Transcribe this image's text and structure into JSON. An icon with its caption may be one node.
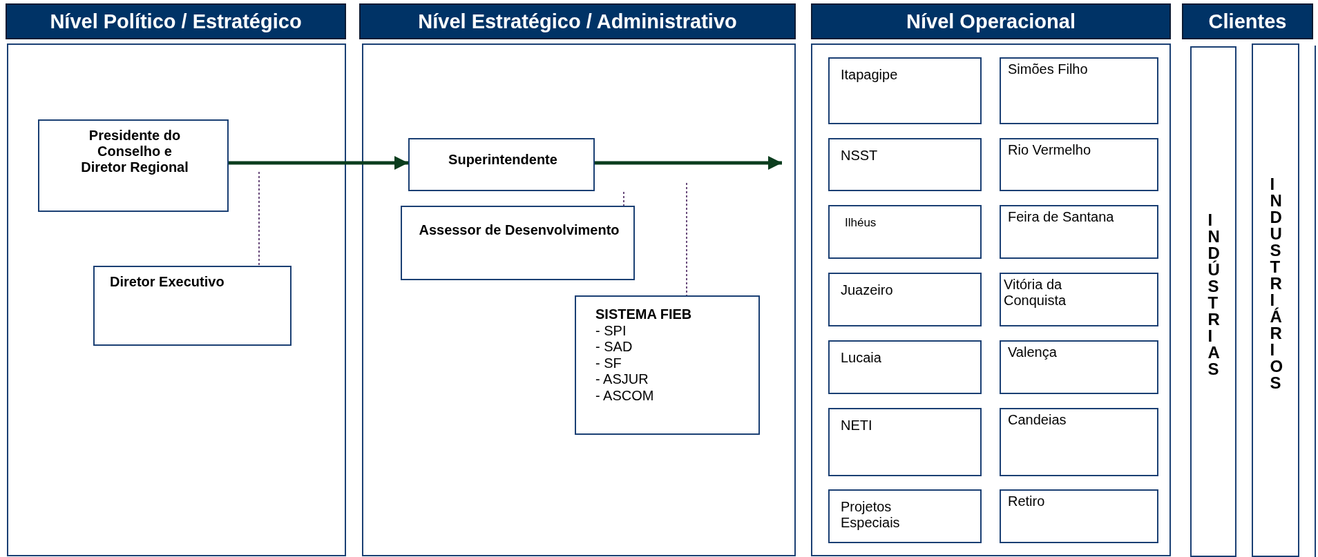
{
  "diagram": {
    "nodes": [
      {
        "text": [
          "Nível Político / Estratégico"
        ]
      },
      {
        "text": [],
        "shape": "box"
      },
      {
        "text": [
          "Presidente do Conselho e Diretor Regional"
        ],
        "in": 1
      },
      {
        "text": [
          "Diretor Executivo"
        ],
        "in": 1
      },
      {
        "text": [
          "Nível Estratégico / Administrativo"
        ]
      },
      {
        "text": [],
        "shape": "box"
      },
      {
        "text": [
          "Superintendente"
        ],
        "in": 5
      },
      {
        "text": [
          "Assessor de Desenvolvimento"
        ],
        "in": 5
      },
      {
        "text": [
          "SISTEMA FIEB",
          "- SPI",
          "- SAD",
          "- SF",
          "- ASJUR",
          "- ASCOM"
        ],
        "in": 5
      },
      {
        "text": [
          "Nível Operacional"
        ]
      },
      {
        "text": [],
        "shape": "box"
      },
      {
        "text": [
          "Itapagipe"
        ],
        "in": 10
      },
      {
        "text": [
          "Simões Filho"
        ],
        "in": 10
      },
      {
        "text": [
          "NSST"
        ],
        "in": 10
      },
      {
        "text": [
          "Rio Vermelho"
        ],
        "in": 10
      },
      {
        "text": [
          "Ilhéus"
        ],
        "in": 10
      },
      {
        "text": [
          "Feira de Santana"
        ],
        "in": 10
      },
      {
        "text": [
          "Juazeiro"
        ],
        "in": 10
      },
      {
        "text": [
          "Vitória da Conquista"
        ],
        "in": 10
      },
      {
        "text": [
          "Lucaia"
        ],
        "in": 10
      },
      {
        "text": [
          "Valença"
        ],
        "in": 10
      },
      {
        "text": [
          "NETI"
        ],
        "in": 10
      },
      {
        "text": [
          "Candeias"
        ],
        "in": 10
      },
      {
        "text": [
          "Projetos Especiais"
        ],
        "in": 10
      },
      {
        "text": [
          "Retiro"
        ],
        "in": 10
      },
      {
        "text": [
          "Clientes"
        ]
      },
      {
        "text": [
          "INDÚSTRIAS"
        ]
      },
      {
        "text": [
          "INDUSTRIÁRIOS"
        ]
      }
    ],
    "edges": [
      {
        "from": 2,
        "to": 6,
        "arrow": "to",
        "style": "thick",
        "color": "#0b3d1e"
      },
      {
        "from": 6,
        "to": null,
        "arrow": "to",
        "style": "thick",
        "color": "#0b3d1e"
      },
      {
        "from": null,
        "to": 3,
        "arrow": "none",
        "style": "dashed"
      },
      {
        "from": null,
        "to": 7,
        "arrow": "none",
        "style": "dashed"
      },
      {
        "from": null,
        "to": 8,
        "arrow": "none",
        "style": "dashed"
      }
    ]
  }
}
